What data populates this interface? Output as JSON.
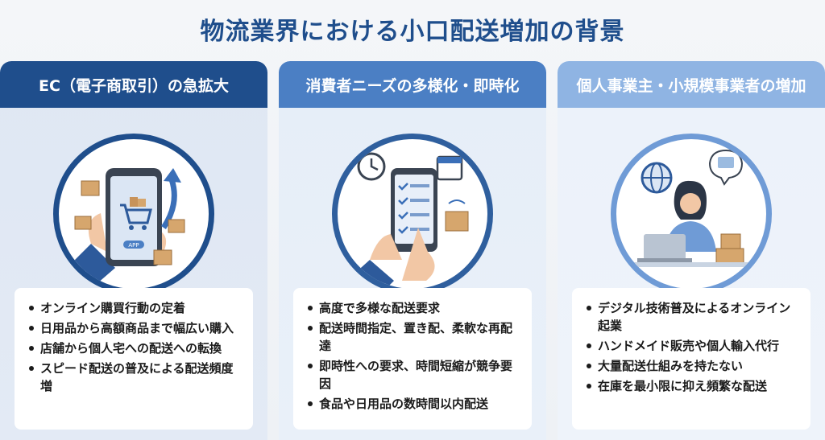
{
  "title": "物流業界における小口配送増加の背景",
  "columns": [
    {
      "header": "EC（電子商取引）の急拡大",
      "icon": "smartphone-shopping-icon",
      "app_label": "APP",
      "items": [
        "オンライン購買行動の定着",
        "日用品から高額商品まで幅広い購入",
        "店舗から個人宅への配送への転換",
        "スピード配送の普及による配送頻度増"
      ]
    },
    {
      "header": "消費者ニーズの多様化・即時化",
      "icon": "smartphone-checklist-icon",
      "items": [
        "高度で多様な配送要求",
        "配送時間指定、置き配、柔軟な再配達",
        "即時性への要求、時間短縮が競争要因",
        "食品や日用品の数時間以内配送"
      ]
    },
    {
      "header": "個人事業主・小規模事業者の増加",
      "icon": "remote-worker-icon",
      "items": [
        "デジタル技術普及によるオンライン起業",
        "ハンドメイド販売や個人輸入代行",
        "大量配送仕組みを持たない",
        "在庫を最小限に抑え頻繁な配送"
      ]
    }
  ],
  "colors": {
    "title": "#1f4e8c",
    "header1": "#1f4e8c",
    "header2": "#4b7fc4",
    "header3": "#8fb4e3"
  }
}
